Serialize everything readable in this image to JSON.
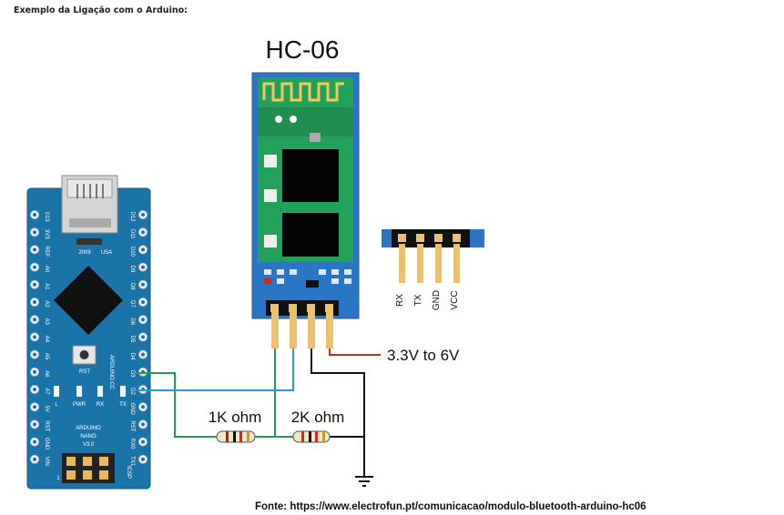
{
  "caption": "Exemplo da Ligação com o Arduino:",
  "source": "Fonte: https://www.electrofun.pt/comunicacao/modulo-bluetooth-arduino-hc06",
  "module": {
    "title": "HC-06",
    "header_pins": [
      "RX",
      "TX",
      "GND",
      "VCC"
    ]
  },
  "power_label": "3.3V to 6V",
  "resistors": {
    "r1": "1K ohm",
    "r2": "2K ohm"
  },
  "arduino": {
    "usb_label": "USA",
    "year": "2009",
    "reset_label": "RST",
    "board_name_1": "ARDUINO",
    "board_name_2": "NANO",
    "board_name_3": "V3.0",
    "side_label": "ARDUINO.CC",
    "left_pins": [
      "D13",
      "3V3",
      "REF",
      "A0",
      "A1",
      "A2",
      "A3",
      "A4",
      "A5",
      "A6",
      "A7",
      "5V",
      "RST",
      "GND",
      "VIN"
    ],
    "right_pins": [
      "D12",
      "D11",
      "D10",
      "D9",
      "D8",
      "D7",
      "D6",
      "D5",
      "D4",
      "D3",
      "D2",
      "GND",
      "RST",
      "RX0",
      "TX1"
    ],
    "leds": [
      "L",
      "PWR",
      "RX",
      "TX"
    ],
    "icsp_label": "ICSP",
    "pin1_label": "1"
  },
  "colors": {
    "board_blue": "#1a74a8",
    "module_blue": "#2b76c4",
    "wire_green": "#21a04b",
    "wire_cyan": "#2b9bd6",
    "wire_red": "#e0231a",
    "wire_black": "#111111"
  }
}
